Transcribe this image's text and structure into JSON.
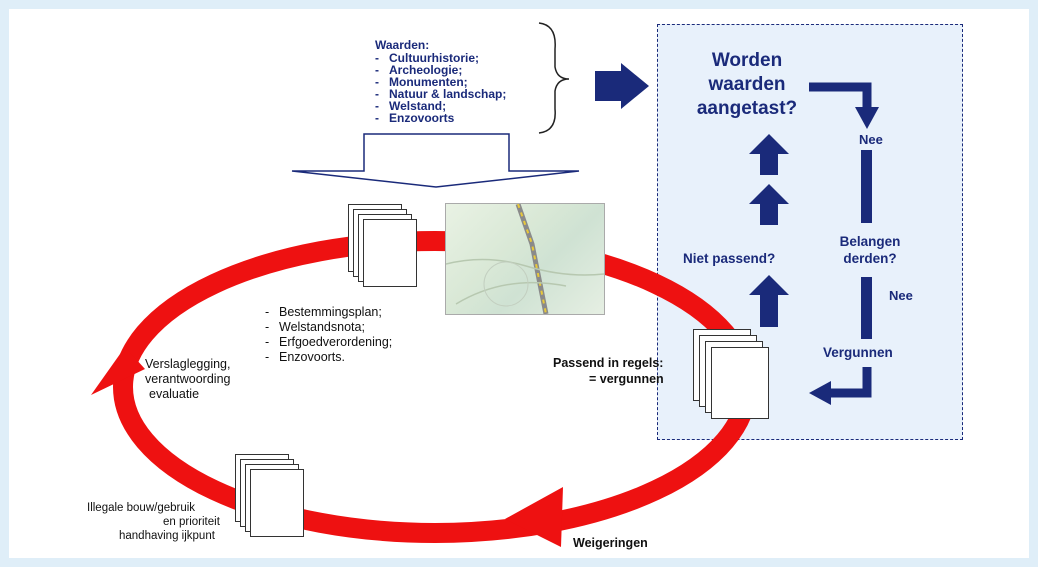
{
  "values_block": {
    "title": "Waarden:",
    "items": [
      "Cultuurhistorie;",
      "Archeologie;",
      "Monumenten;",
      "Natuur & landschap;",
      "Welstand;",
      "Enzovoorts"
    ]
  },
  "policy_block": {
    "items": [
      "Bestemmingsplan;",
      "Welstandsnota;",
      "Erfgoedverordening;",
      "Enzovoorts."
    ]
  },
  "flow": {
    "question_values": "Worden waarden aangetast?",
    "no_1": "Nee",
    "third_party": "Belangen derden?",
    "no_2": "Nee",
    "permit": "Vergunnen",
    "not_fitting": "Niet passend?",
    "fits_rules_1": "Passend in regels:",
    "fits_rules_2": "= vergunnen"
  },
  "cycle": {
    "reporting_1": "Verslaglegging,",
    "reporting_2": "verantwoording",
    "reporting_3": "evaluatie",
    "illegal_1": "Illegale bouw/gebruik",
    "illegal_2": "en prioriteit",
    "illegal_3": "handhaving ijkpunt",
    "refusals": "Weigeringen"
  },
  "colors": {
    "cycle": "#ee1111",
    "navy": "#1a2a7a",
    "panel": "#e8f1fb"
  },
  "icons": [
    "document-stack-icon",
    "map-image",
    "block-arrow-icon",
    "brace-icon"
  ]
}
